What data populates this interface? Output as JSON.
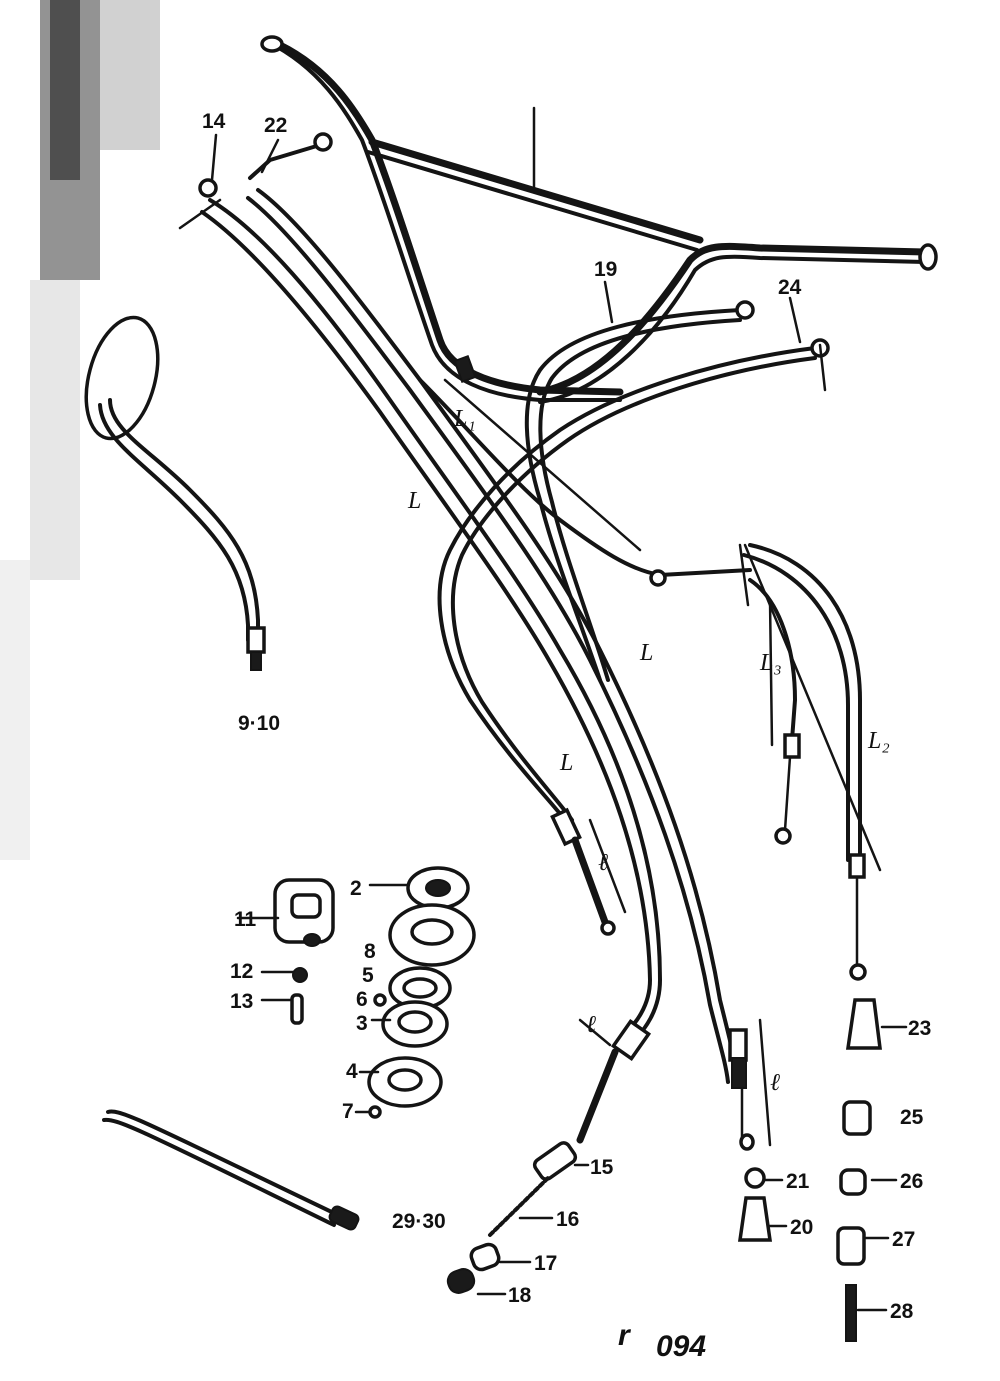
{
  "diagram": {
    "callouts": {
      "p2": "2",
      "p3": "3",
      "p4": "4",
      "p5": "5",
      "p6": "6",
      "p7": "7",
      "p8": "8",
      "p9_10": "9·10",
      "p11": "11",
      "p12": "12",
      "p13": "13",
      "p14": "14",
      "p15": "15",
      "p16": "16",
      "p17": "17",
      "p18": "18",
      "p19": "19",
      "p20": "20",
      "p21": "21",
      "p22": "22",
      "p23": "23",
      "p24": "24",
      "p25": "25",
      "p26": "26",
      "p27": "27",
      "p28": "28",
      "p29_30": "29·30"
    },
    "dimensions": {
      "L": "L",
      "L1": "L₁",
      "L2": "L₂",
      "L3": "L₃",
      "l": "ℓ"
    },
    "figure_code": "094",
    "figure_prefix": "r"
  }
}
